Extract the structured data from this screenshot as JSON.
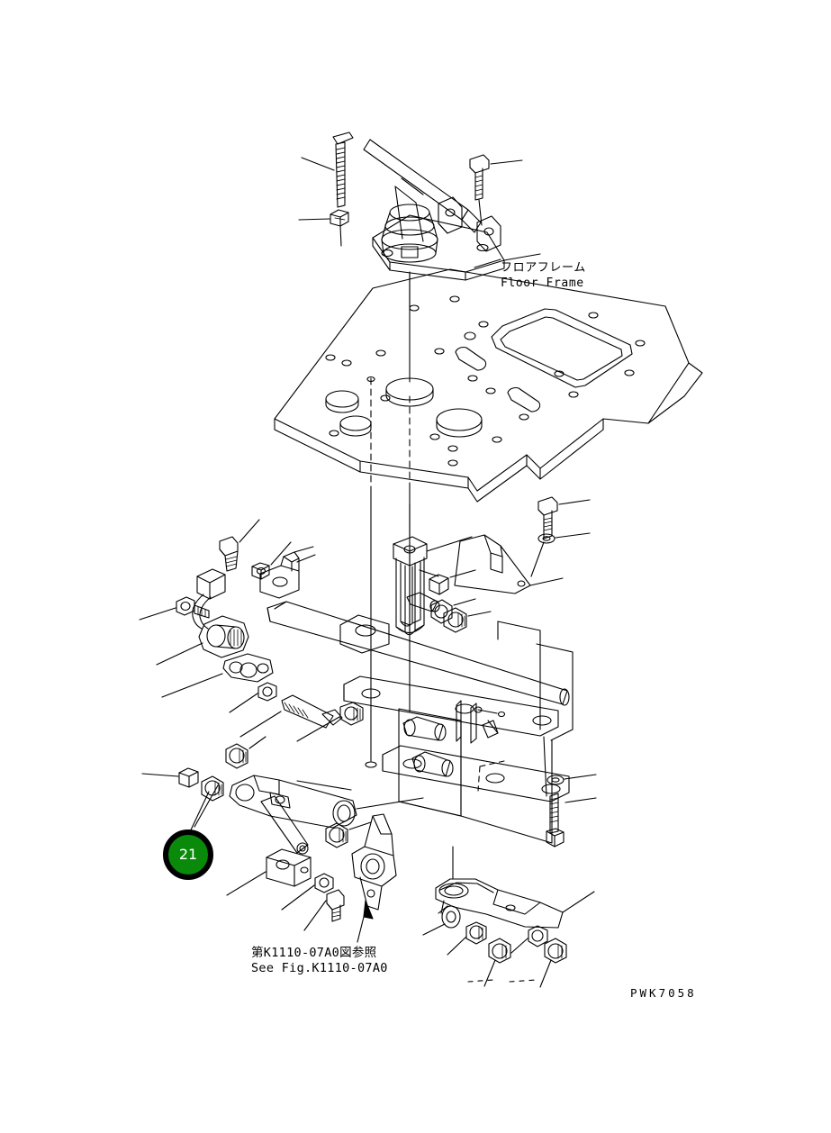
{
  "sheet": {
    "title_jp": "フロアフレーム",
    "title_en": "Floor Frame",
    "drawing_number": "PWK7058",
    "background_color": "#ffffff",
    "line_color": "#000000"
  },
  "labels": {
    "floor_frame": "フロアフレーム\nFloor Frame",
    "see_fig": "第K1110-07A0図参照\nSee Fig.K1110-07A0"
  },
  "callouts": [
    {
      "id": "21",
      "number": "21",
      "fill_color": "#0a8a0a",
      "ring_color": "#000000",
      "text_color": "#ffffff"
    }
  ],
  "footer": {
    "drawing_number": "PWK7058"
  }
}
